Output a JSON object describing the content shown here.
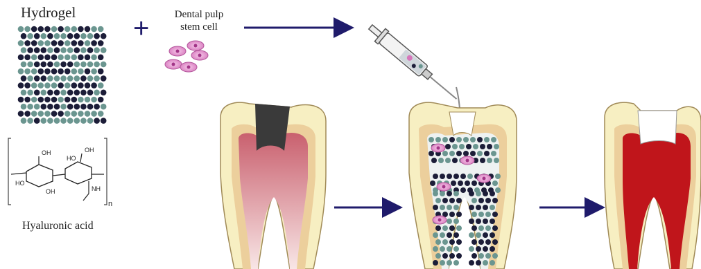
{
  "labels": {
    "hydrogel": "Hydrogel",
    "dental_pulp_line1": "Dental pulp",
    "dental_pulp_line2": "stem cell",
    "hyaluronic_acid": "Hyaluronic acid",
    "plus_sign": "+"
  },
  "structure": {
    "oh_top_left": "OH",
    "oh_top_right": "OH",
    "ho_left": "HO",
    "ho_mid": "HO",
    "oh_bottom": "OH",
    "nh": "NH",
    "subscript_n": "n"
  },
  "colors": {
    "arrow": "#1f1b6b",
    "enamel": "#f7efc2",
    "dentin": "#eccf9c",
    "pulp_inflamed": "#d77a85",
    "pulp_regenerated": "#c0151b",
    "cavity": "#3a3a3a",
    "cell": "#e39bd1",
    "bead_dark": "#1c1d38",
    "bead_teal": "#6b9690"
  }
}
